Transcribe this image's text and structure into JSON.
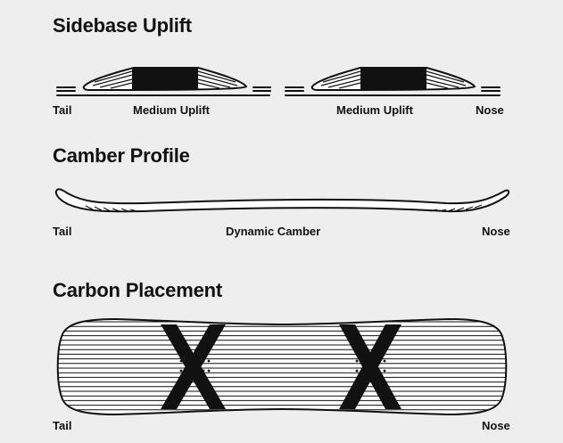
{
  "sidebase": {
    "title": "Sidebase Uplift",
    "labels": {
      "tail": "Tail",
      "left_uplift": "Medium Uplift",
      "right_uplift": "Medium Uplift",
      "nose": "Nose"
    }
  },
  "camber": {
    "title": "Camber Profile",
    "labels": {
      "tail": "Tail",
      "profile": "Dynamic Camber",
      "nose": "Nose"
    }
  },
  "carbon": {
    "title": "Carbon Placement",
    "labels": {
      "tail": "Tail",
      "nose": "Nose"
    }
  },
  "colors": {
    "background": "#eeeeee",
    "ink": "#111111",
    "board_fill": "#ffffff"
  }
}
